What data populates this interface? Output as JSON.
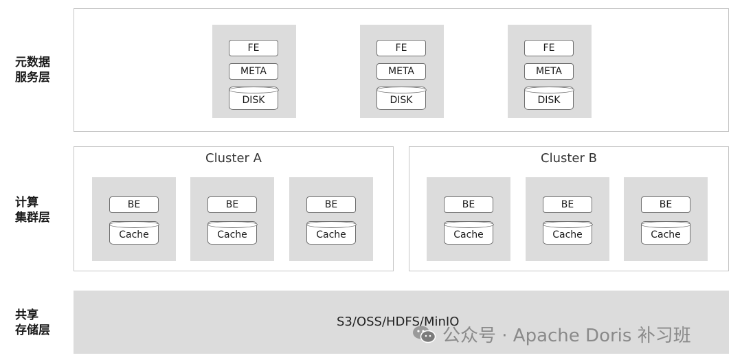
{
  "layers": {
    "metadata": [
      "元数据",
      "服务层"
    ],
    "compute": [
      "计算",
      "集群层"
    ],
    "storage": [
      "共享",
      "存储层"
    ]
  },
  "fe_nodes": [
    {
      "fe": "FE",
      "meta": "META",
      "disk": "DISK"
    },
    {
      "fe": "FE",
      "meta": "META",
      "disk": "DISK"
    },
    {
      "fe": "FE",
      "meta": "META",
      "disk": "DISK"
    }
  ],
  "clusters": [
    {
      "title": "Cluster A",
      "nodes": [
        {
          "be": "BE",
          "cache": "Cache"
        },
        {
          "be": "BE",
          "cache": "Cache"
        },
        {
          "be": "BE",
          "cache": "Cache"
        }
      ]
    },
    {
      "title": "Cluster B",
      "nodes": [
        {
          "be": "BE",
          "cache": "Cache"
        },
        {
          "be": "BE",
          "cache": "Cache"
        },
        {
          "be": "BE",
          "cache": "Cache"
        }
      ]
    }
  ],
  "storage_label": "S3/OSS/HDFS/MinIO",
  "watermark": "公众号 · Apache Doris 补习班",
  "colors": {
    "panel_border": "#c4c4c4",
    "node_bg": "#dcdcdc",
    "box_border": "#6e6e6e"
  }
}
